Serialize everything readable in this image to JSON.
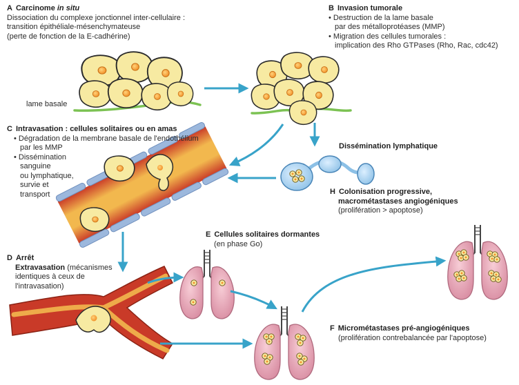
{
  "stages": {
    "A": {
      "letter": "A",
      "title": "Carcinome",
      "title_italic": "in situ",
      "lines": [
        "Dissociation  du complexe jonctionnel inter-cellulaire :",
        "transition épithéliale-mésenchymateuse",
        "(perte de fonction de la E-cadhérine)"
      ],
      "tissue_label": "lame basale"
    },
    "B": {
      "letter": "B",
      "title": "Invasion tumorale",
      "bullets": [
        [
          "Destruction de la lame basale",
          "par des métalloprotéases (MMP)"
        ],
        [
          "Migration des cellules tumorales :",
          "implication des Rho GTPases (Rho, Rac, cdc42)"
        ]
      ]
    },
    "C": {
      "letter": "C",
      "title": "Intravasation : cellules solitaires ou en amas",
      "bullets": [
        [
          "Dégradation de la membrane basale de l'endothélium",
          "par les MMP"
        ],
        [
          "Dissémination",
          "sanguine",
          "ou lymphatique,",
          "survie et",
          "transport"
        ]
      ]
    },
    "lymph": {
      "title": "Dissémination lymphatique"
    },
    "H": {
      "letter": "H",
      "title_lines": [
        "Colonisation progressive,",
        "macrométastases angiogéniques"
      ],
      "note": "(prolifération > apoptose)"
    },
    "E": {
      "letter": "E",
      "title": "Cellules solitaires dormantes",
      "note": "(en phase Go)"
    },
    "D": {
      "letter": "D",
      "title_lines": [
        "Arrêt",
        "Extravasation"
      ],
      "note_lines": [
        "(mécanismes",
        "identiques à ceux de",
        "l'intravasation)"
      ]
    },
    "F": {
      "letter": "F",
      "title": "Micrométastases pré-angiogéniques",
      "note": "(prolifération contrebalancée par l'apoptose)"
    }
  },
  "colors": {
    "cell_fill": "#f7eaa2",
    "cell_stroke": "#2b2b2b",
    "nucleus": "#f2922a",
    "arrow": "#38a3c9",
    "basal_lamina": "#7cc253",
    "vessel_red": "#c93a28",
    "vessel_orange": "#f2b84e",
    "vessel_wall": "#9cb8dd",
    "lung": "#e9a7b7",
    "lymph_node": "#a7d0ee"
  },
  "icons": [
    "tumor-cell",
    "blood-vessel",
    "lymph-node",
    "lung",
    "trachea",
    "arrow"
  ]
}
